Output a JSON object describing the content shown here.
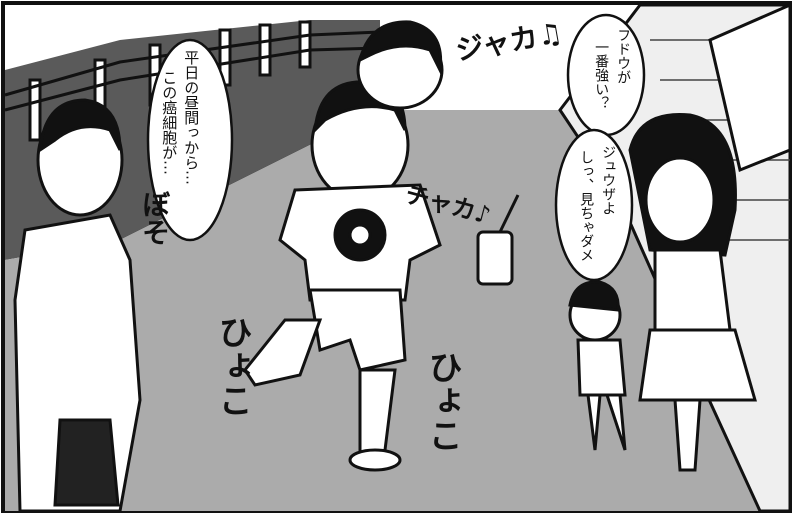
{
  "speech": {
    "man_line1": "平日の昼間っから…",
    "man_line2": "この癌細胞が…",
    "mother_question_line1": "フドウが",
    "mother_question_line2": "一番強い？",
    "child_line1": "ジュウザよ",
    "child_line2": "しっ、見ちゃダメ"
  },
  "sfx": {
    "hum1": "ジャカ♫",
    "hum2": "チャカ♪",
    "hop_left": "ひょこ",
    "hop_right": "ひょこ",
    "glare": "ぼそ"
  },
  "colors": {
    "ink": "#111111",
    "sky": "#ffffff",
    "road": "#a9a9a9",
    "grass": "#555555"
  }
}
